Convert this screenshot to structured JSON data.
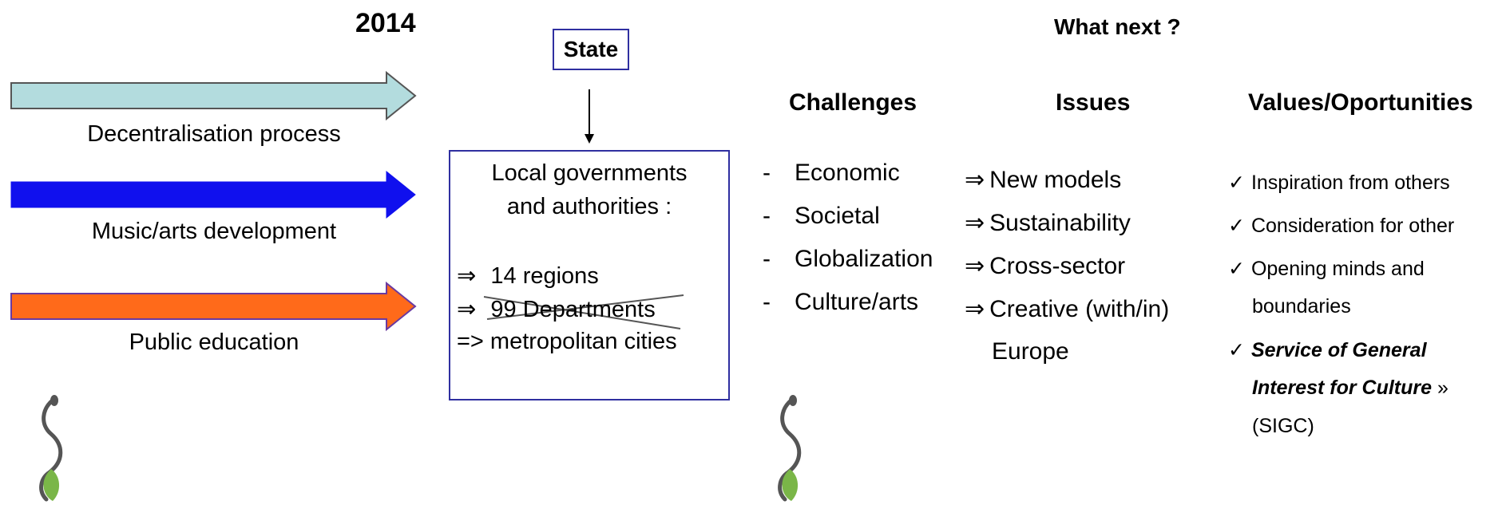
{
  "left": {
    "year": "2014",
    "flows": [
      {
        "label": "Decentralisation process",
        "color": "#b3dcde"
      },
      {
        "label": "Music/arts development",
        "color": "#1010ee"
      },
      {
        "label": "Public education",
        "color": "#ff6a1a"
      }
    ],
    "state_label": "State",
    "local": {
      "title_line1": "Local governments",
      "title_line2": "and authorities :",
      "item1_arrow": "⇒",
      "item1": "14 regions",
      "item2_arrow": "⇒",
      "item2": "99 Departments",
      "item2_crossed": true,
      "item3": "=> metropolitan cities"
    }
  },
  "right": {
    "title": "What next ?",
    "headers": {
      "challenges": "Challenges",
      "issues": "Issues",
      "values": "Values/Oportunities"
    },
    "challenges": [
      "Economic",
      "Societal",
      "Globalization",
      "Culture/arts"
    ],
    "challenge_marker": "-",
    "issues": [
      "New models",
      "Sustainability",
      "Cross-sector",
      "Creative (with/in)"
    ],
    "issue_marker": "⇒",
    "issue_continuation": "Europe",
    "check_marker": "✓",
    "values": {
      "v1": "Inspiration from others",
      "v2": "Consideration for other",
      "v3_line1": "Opening minds and",
      "v3_line2": "boundaries",
      "v4_line1": "Service of General",
      "v4_line2": "Interest for Culture",
      "v4_suffix": " »",
      "v4_line3": "(SIGC)"
    }
  },
  "colors": {
    "box_border": "#2f2fa0",
    "logo_dark": "#555555",
    "logo_green": "#7ab648"
  }
}
